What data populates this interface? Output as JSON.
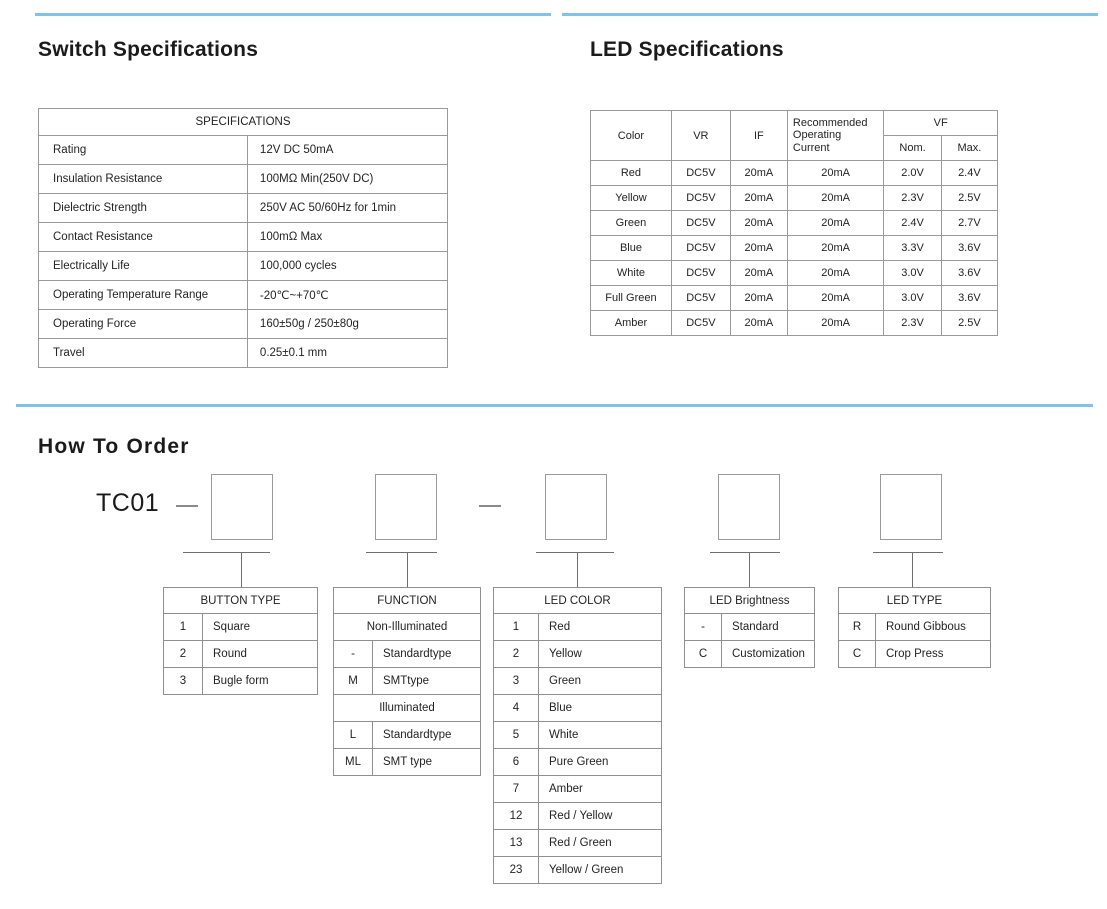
{
  "theme": {
    "rule_color": "#7cc3ef",
    "border_color": "#9a9a9a",
    "text_color": "#1b1b1b"
  },
  "sections": {
    "switch": {
      "title": "Switch Specifications"
    },
    "led": {
      "title": "LED Specifications"
    },
    "order": {
      "title": "How  To  Order"
    }
  },
  "switch_spec": {
    "header": "SPECIFICATIONS",
    "rows": [
      {
        "label": "Rating",
        "value": "12V DC 50mA"
      },
      {
        "label": "Insulation Resistance",
        "value": "100MΩ Min(250V DC)"
      },
      {
        "label": "Dielectric Strength",
        "value": "250V AC 50/60Hz  for 1min"
      },
      {
        "label": "Contact Resistance",
        "value": "100mΩ Max"
      },
      {
        "label": "Electrically Life",
        "value": "100,000 cycles"
      },
      {
        "label": "Operating Temperature Range",
        "value": "-20℃~+70℃"
      },
      {
        "label": "Operating Force",
        "value": "160±50g / 250±80g"
      },
      {
        "label": "Travel",
        "value": "0.25±0.1 mm"
      }
    ]
  },
  "led_spec": {
    "headers": {
      "color": "Color",
      "vr": "VR",
      "if": "IF",
      "roc": "Recommended Operating Current",
      "vf": "VF",
      "vf_nom": "Nom.",
      "vf_max": "Max."
    },
    "rows": [
      {
        "color": "Red",
        "vr": "DC5V",
        "if": "20mA",
        "roc": "20mA",
        "nom": "2.0V",
        "max": "2.4V"
      },
      {
        "color": "Yellow",
        "vr": "DC5V",
        "if": "20mA",
        "roc": "20mA",
        "nom": "2.3V",
        "max": "2.5V"
      },
      {
        "color": "Green",
        "vr": "DC5V",
        "if": "20mA",
        "roc": "20mA",
        "nom": "2.4V",
        "max": "2.7V"
      },
      {
        "color": "Blue",
        "vr": "DC5V",
        "if": "20mA",
        "roc": "20mA",
        "nom": "3.3V",
        "max": "3.6V"
      },
      {
        "color": "White",
        "vr": "DC5V",
        "if": "20mA",
        "roc": "20mA",
        "nom": "3.0V",
        "max": "3.6V"
      },
      {
        "color": "Full Green",
        "vr": "DC5V",
        "if": "20mA",
        "roc": "20mA",
        "nom": "3.0V",
        "max": "3.6V"
      },
      {
        "color": "Amber",
        "vr": "DC5V",
        "if": "20mA",
        "roc": "20mA",
        "nom": "2.3V",
        "max": "2.5V"
      }
    ]
  },
  "order": {
    "base_code": "TC01",
    "separator": "—",
    "button_type": {
      "header": "BUTTON TYPE",
      "rows": [
        {
          "key": "1",
          "value": "Square"
        },
        {
          "key": "2",
          "value": "Round"
        },
        {
          "key": "3",
          "value": "Bugle form"
        }
      ]
    },
    "function": {
      "header": "FUNCTION",
      "group_non_illuminated": "Non-Illuminated",
      "group_illuminated": "Illuminated",
      "non_illuminated_rows": [
        {
          "key": "-",
          "value": "Standardtype"
        },
        {
          "key": "M",
          "value": "SMTtype"
        }
      ],
      "illuminated_rows": [
        {
          "key": "L",
          "value": "Standardtype"
        },
        {
          "key": "ML",
          "value": "SMT type"
        }
      ]
    },
    "led_color": {
      "header": "LED COLOR",
      "rows": [
        {
          "key": "1",
          "value": "Red"
        },
        {
          "key": "2",
          "value": "Yellow"
        },
        {
          "key": "3",
          "value": "Green"
        },
        {
          "key": "4",
          "value": "Blue"
        },
        {
          "key": "5",
          "value": "White"
        },
        {
          "key": "6",
          "value": "Pure Green"
        },
        {
          "key": "7",
          "value": "Amber"
        },
        {
          "key": "12",
          "value": "Red / Yellow"
        },
        {
          "key": "13",
          "value": "Red / Green"
        },
        {
          "key": "23",
          "value": "Yellow / Green"
        }
      ]
    },
    "led_brightness": {
      "header": "LED Brightness",
      "rows": [
        {
          "key": "-",
          "value": "Standard"
        },
        {
          "key": "C",
          "value": "Customization"
        }
      ]
    },
    "led_type": {
      "header": "LED TYPE",
      "rows": [
        {
          "key": "R",
          "value": "Round Gibbous"
        },
        {
          "key": "C",
          "value": "Crop Press"
        }
      ]
    }
  }
}
